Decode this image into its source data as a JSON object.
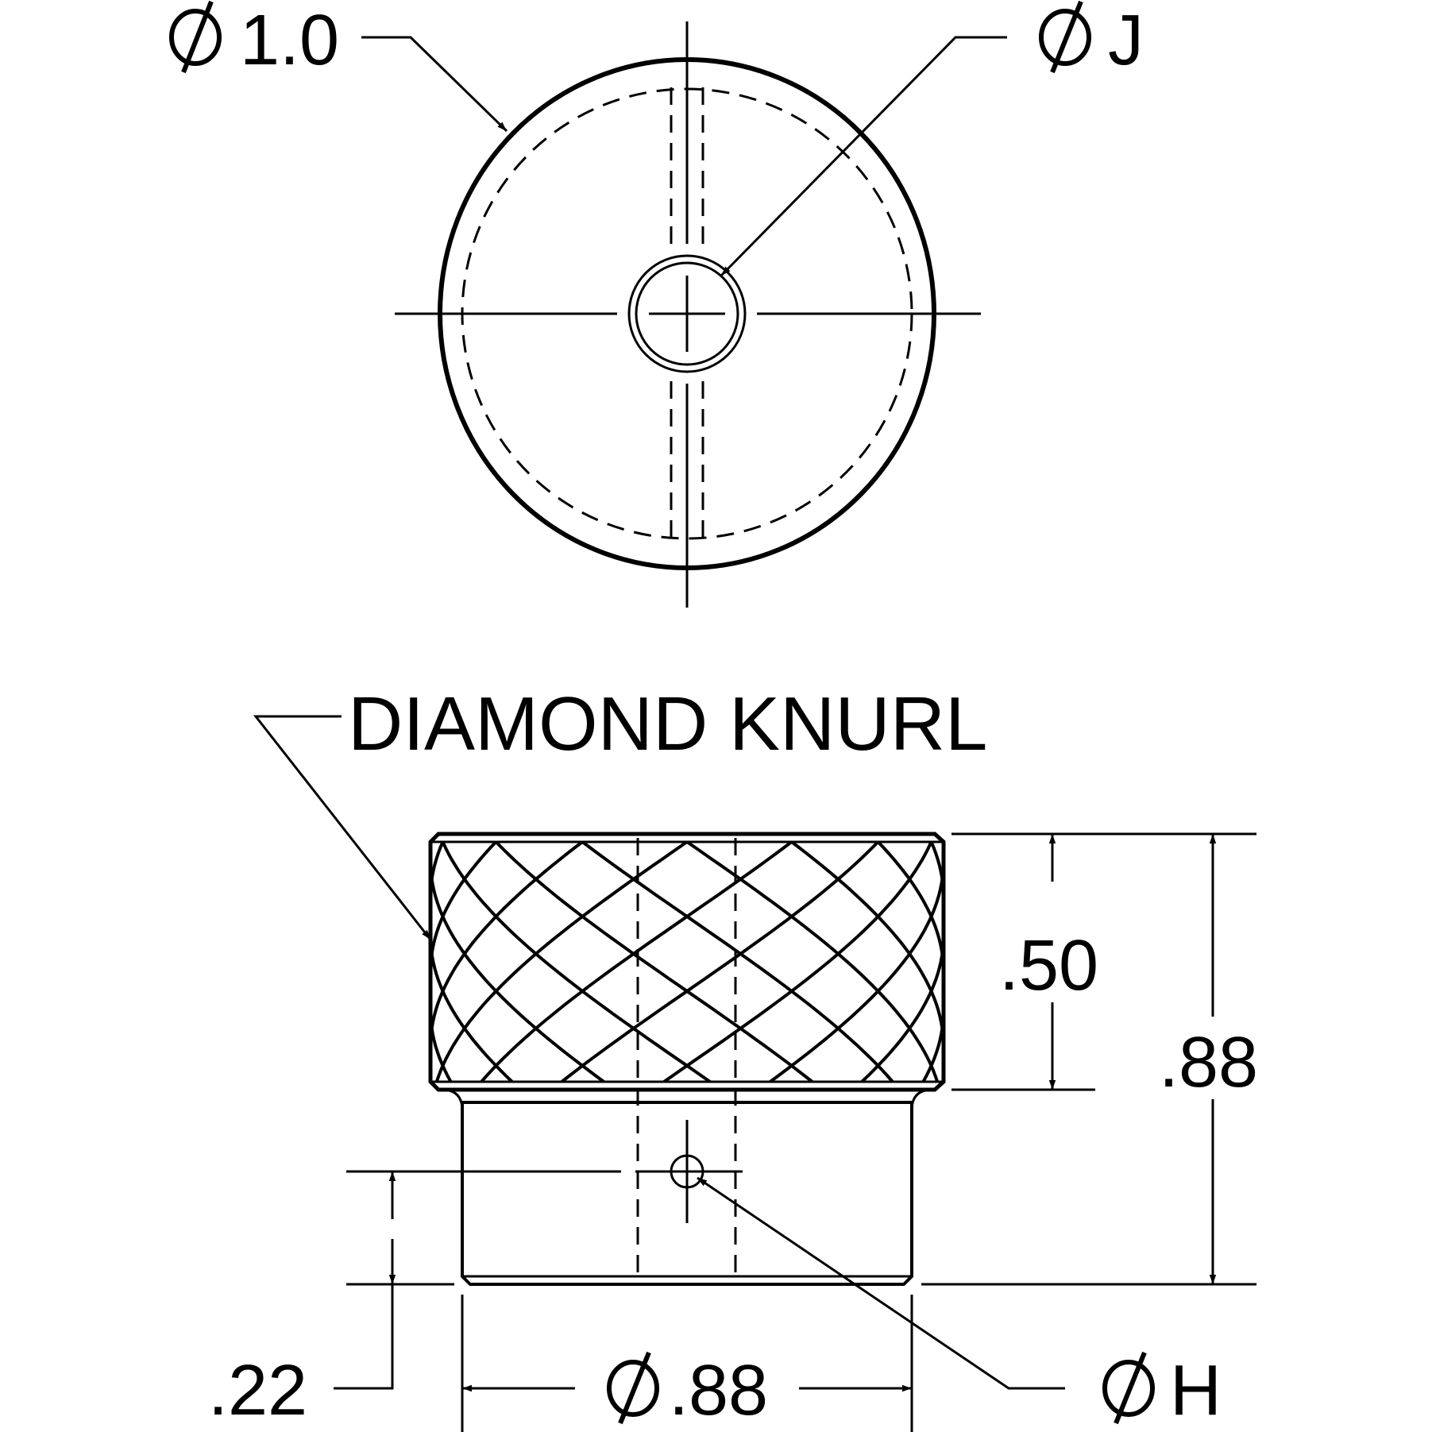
{
  "top_view": {
    "outer_diameter_label": "1.0",
    "hole_diameter_label": "J"
  },
  "side_view": {
    "knurl_callout": "DIAMOND KNURL",
    "knurl_height_label": ".50",
    "overall_height_label": ".88",
    "cross_hole_height_label": ".22",
    "shank_diameter_label": ".88",
    "cross_hole_diameter_label": "H"
  },
  "colors": {
    "line": "#000000",
    "background": "#ffffff"
  }
}
